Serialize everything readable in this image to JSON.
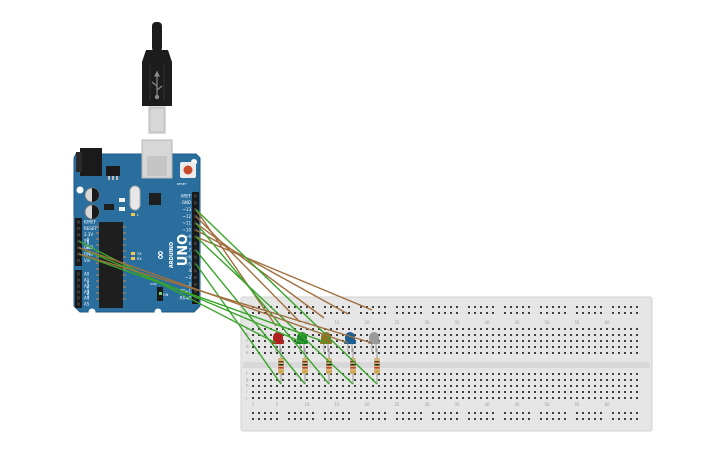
{
  "board": {
    "brand": "ARDUINO",
    "model": "UNO",
    "logo": "∞",
    "section_digital": "DIGITAL (PWM~)",
    "section_power": "POWER",
    "section_analog": "ANALOG IN",
    "tx_label": "TX",
    "rx_label": "RX",
    "l_label": "L",
    "on_label": "ON",
    "icsp_label": "ICSP",
    "reset_label": "RESET",
    "digital_pins": [
      "AREF",
      "GND",
      "~13",
      "~12",
      "~11",
      "~10",
      "~9",
      "8",
      "7",
      "~6",
      "~5",
      "4",
      "~3",
      "2",
      "TX►1",
      "RX◄0"
    ],
    "power_pins": [
      "IOREF",
      "RESET",
      "3.3V",
      "5V",
      "GND",
      "GND",
      "Vin"
    ],
    "analog_pins": [
      "A0",
      "A1",
      "A2",
      "A3",
      "A4",
      "A5"
    ],
    "colors": {
      "board": "#2a6e9e",
      "header": "#1a1a1a",
      "chip": "#1e1e1e"
    }
  },
  "usb_cable": {
    "icon": "usb-icon",
    "colors": {
      "plug": "#1c1c1c",
      "metal": "#d8d8d8"
    }
  },
  "breadboard": {
    "column_numbers": [
      "1",
      "5",
      "10",
      "15",
      "20",
      "25",
      "30",
      "35",
      "40",
      "45",
      "50",
      "55",
      "60"
    ],
    "row_letters_top": [
      "a",
      "b",
      "c",
      "d",
      "e"
    ],
    "row_letters_bottom": [
      "f",
      "g",
      "h",
      "i",
      "j"
    ],
    "colors": {
      "body": "#e6e6e6",
      "hole": "#3f3f3f",
      "rail_red": "#d33",
      "rail_blue": "#34a"
    }
  },
  "leds": [
    {
      "name": "led-red",
      "color": "#b02020"
    },
    {
      "name": "led-green",
      "color": "#1f8a2c"
    },
    {
      "name": "led-olive",
      "color": "#8a7420"
    },
    {
      "name": "led-blue",
      "color": "#1c5f95"
    },
    {
      "name": "led-gray",
      "color": "#9a9a9a"
    }
  ],
  "wire_color": "#3aa52a"
}
